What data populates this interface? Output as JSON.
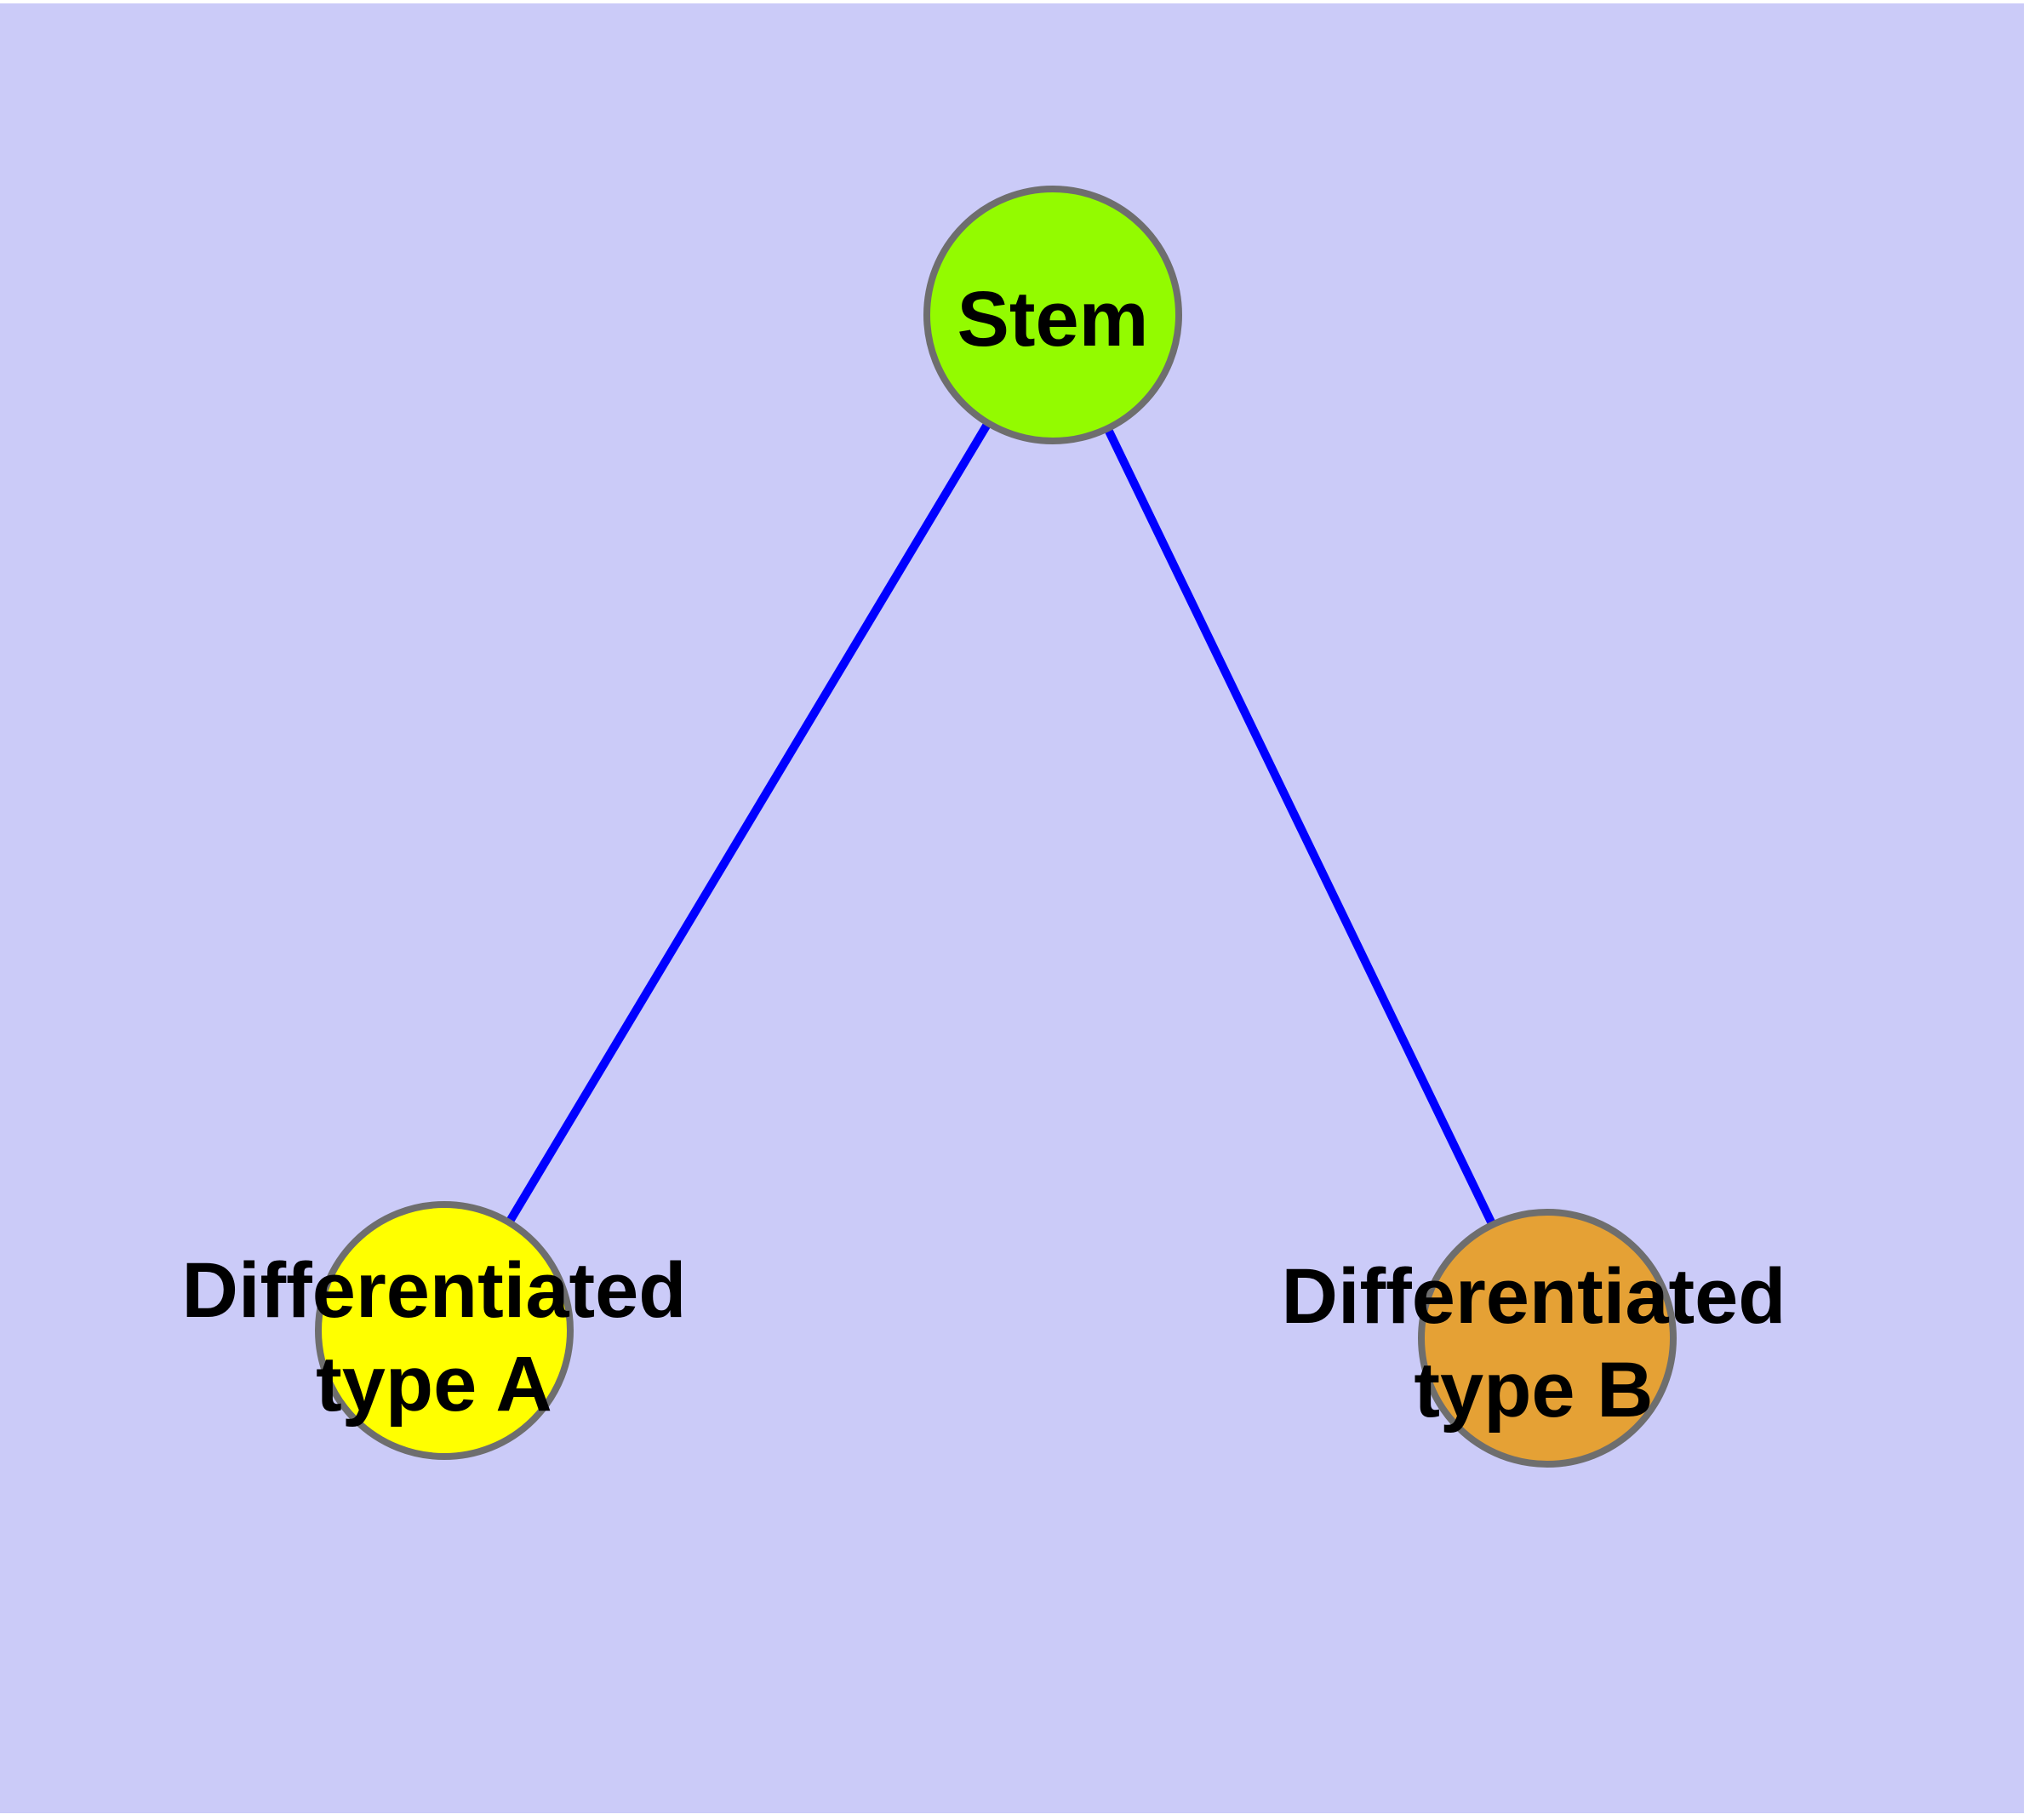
{
  "canvas": {
    "background_color": "#CBCBF8",
    "margin_color": "#FFFFFF",
    "text_color": "#000000"
  },
  "edges": [
    {
      "from": "stem",
      "to": "differentiated-type-a",
      "color": "#0000FF"
    },
    {
      "from": "stem",
      "to": "differentiated-type-b",
      "color": "#0000FF"
    }
  ],
  "nodes": [
    {
      "id": "stem",
      "label": "Stem",
      "fill_color": "#93FB00",
      "border_color": "#6E6E6E"
    },
    {
      "id": "differentiated-type-a",
      "label_line1": "Differentiated",
      "label_line2": "type A",
      "fill_color": "#FFFF00",
      "border_color": "#6E6E6E"
    },
    {
      "id": "differentiated-type-b",
      "label_line1": "Differentiated",
      "label_line2": "type B",
      "fill_color": "#E5A135",
      "border_color": "#6E6E6E"
    }
  ]
}
